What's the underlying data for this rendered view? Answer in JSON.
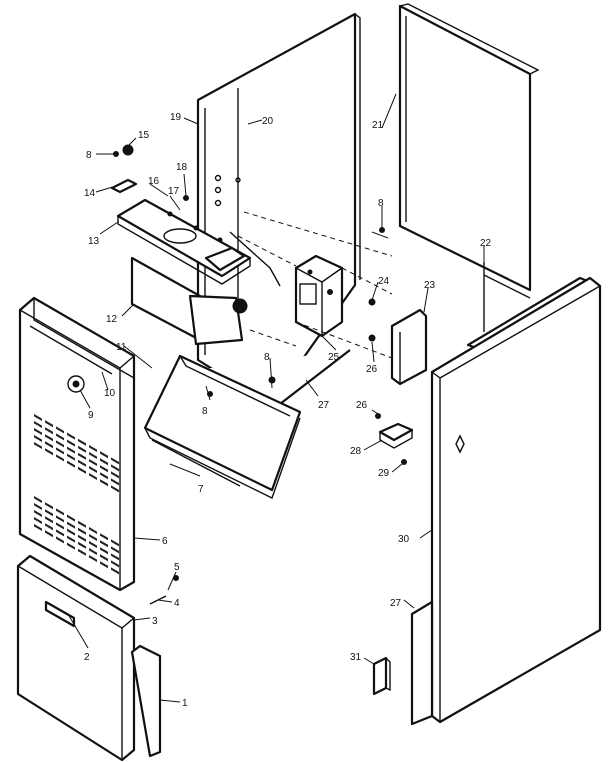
{
  "callouts": [
    {
      "id": "c1",
      "text": "1"
    },
    {
      "id": "c2",
      "text": "2"
    },
    {
      "id": "c3",
      "text": "3"
    },
    {
      "id": "c4",
      "text": "4"
    },
    {
      "id": "c5",
      "text": "5"
    },
    {
      "id": "c6",
      "text": "6"
    },
    {
      "id": "c7",
      "text": "7"
    },
    {
      "id": "c8a",
      "text": "8"
    },
    {
      "id": "c8b",
      "text": "8"
    },
    {
      "id": "c8c",
      "text": "8"
    },
    {
      "id": "c8d",
      "text": "8"
    },
    {
      "id": "c9",
      "text": "9"
    },
    {
      "id": "c10",
      "text": "10"
    },
    {
      "id": "c11",
      "text": "11"
    },
    {
      "id": "c12",
      "text": "12"
    },
    {
      "id": "c13",
      "text": "13"
    },
    {
      "id": "c14",
      "text": "14"
    },
    {
      "id": "c15",
      "text": "15"
    },
    {
      "id": "c16",
      "text": "16"
    },
    {
      "id": "c17",
      "text": "17"
    },
    {
      "id": "c18",
      "text": "18"
    },
    {
      "id": "c19",
      "text": "19"
    },
    {
      "id": "c20",
      "text": "20"
    },
    {
      "id": "c21",
      "text": "21"
    },
    {
      "id": "c22",
      "text": "22"
    },
    {
      "id": "c23",
      "text": "23"
    },
    {
      "id": "c24",
      "text": "24"
    },
    {
      "id": "c25",
      "text": "25"
    },
    {
      "id": "c26a",
      "text": "26"
    },
    {
      "id": "c26b",
      "text": "26"
    },
    {
      "id": "c27a",
      "text": "27"
    },
    {
      "id": "c27b",
      "text": "27"
    },
    {
      "id": "c28",
      "text": "28"
    },
    {
      "id": "c29",
      "text": "29"
    },
    {
      "id": "c30",
      "text": "30"
    },
    {
      "id": "c31",
      "text": "31"
    }
  ]
}
